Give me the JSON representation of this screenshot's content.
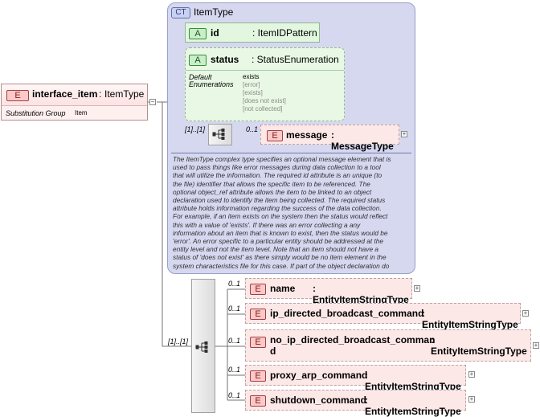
{
  "root": {
    "badge": "E",
    "name": "interface_item",
    "type": "ItemType",
    "sub_label": "Substitution Group",
    "sub_value": "Item",
    "collapse_symbol": "−"
  },
  "complex_type": {
    "badge": "CT",
    "name": "ItemType",
    "attributes": [
      {
        "badge": "A",
        "name": "id",
        "type": ": ItemIDPattern"
      },
      {
        "badge": "A",
        "name": "status",
        "type": ": StatusEnumeration",
        "default_label": "Default",
        "enum_label": "Enumerations",
        "default_value": "exists",
        "enumerations": [
          "[error]",
          "[exists]",
          "[does not exist]",
          "[not collected]"
        ]
      }
    ],
    "sequence_card": "[1]..[1]",
    "message": {
      "card": "0..1",
      "badge": "E",
      "name": "message",
      "type": ": MessageType"
    },
    "documentation": [
      "The ItemType complex type specifies an optional message element that is",
      "used to pass things like error messages during data collection to a tool",
      "that will utilize the information. The required id attribute is an unique (to",
      "the file) identifier that allows the specific item to be referenced. The",
      "optional object_ref attribute allows the item to be linked to an object",
      "declaration used to identify the item being collected. The required status",
      "attribute holds information regarding the success of the data collection.",
      "For example, if an item exists on the system then the status would reflect",
      "this with a value of 'exists'. If there was an error collecting a any",
      "information about an item that is known to exist, then the status would be",
      "'error'. An error specific to a particular entity should be addressed at the",
      "entity level and not the item level. Note that an item should not have a",
      "status of 'does not exist' as there simply would be no item element in the",
      "system characteristics file for this case. If part of the object declaration do"
    ]
  },
  "sequence": {
    "card": "[1]..[1]",
    "elements": [
      {
        "card": "0..1",
        "badge": "E",
        "name": "name",
        "type": ": EntityItemStringType"
      },
      {
        "card": "0..1",
        "badge": "E",
        "name": "ip_directed_broadcast_command",
        "type": ": EntityItemStringType"
      },
      {
        "card": "0..1",
        "badge": "E",
        "name": "no_ip_directed_broadcast_comman",
        "name2": "d",
        "type": ": EntityItemStringType"
      },
      {
        "card": "0..1",
        "badge": "E",
        "name": "proxy_arp_command",
        "type": ": EntityItemStringType"
      },
      {
        "card": "0..1",
        "badge": "E",
        "name": "shutdown_command",
        "type": ": EntityItemStringType"
      }
    ]
  },
  "expand_symbol": "+",
  "colors": {
    "element_fill": "#fde8e8",
    "attribute_fill": "#e2f6e0",
    "complex_type_fill": "#d6d8f0"
  }
}
